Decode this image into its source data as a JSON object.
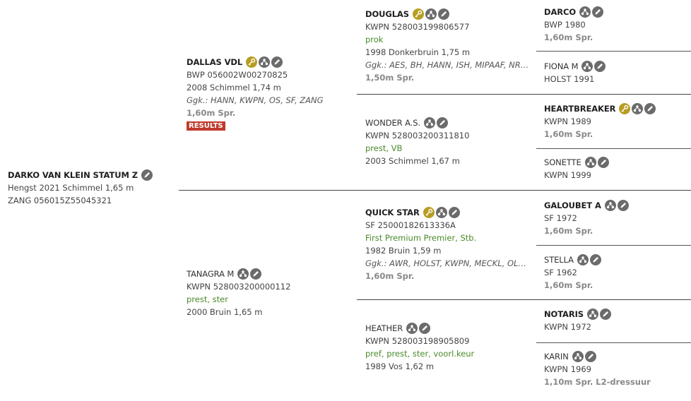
{
  "colors": {
    "accent": "#b89d22",
    "results": "#c0392b",
    "predicate": "#4a8a2a",
    "icon": "#6b6b6b"
  },
  "icons": {
    "key": "key-icon",
    "family": "family-tree-icon",
    "edit": "pencil-icon"
  },
  "horses": {
    "main": {
      "name": "DARKO VAN KLEIN STATUM Z",
      "line1": "Hengst 2021 Schimmel 1,65 m",
      "line2": "ZANG 056015Z55045321"
    },
    "sire": {
      "name": "DALLAS VDL",
      "reg": "BWP 056002W00270825",
      "birth": "2008 Schimmel 1,74 m",
      "ggk": "Ggk.: HANN, KWPN, OS, SF, ZANG",
      "spr": "1,60m Spr.",
      "results": "RESULTS"
    },
    "dam": {
      "name": "TANAGRA M",
      "reg": "KWPN 528003200000112",
      "pred": "prest, ster",
      "birth": "2000 Bruin 1,65 m"
    },
    "ss": {
      "name": "DOUGLAS",
      "reg": "KWPN 528003199806577",
      "pred": "prok",
      "birth": "1998 Donkerbruin 1,75 m",
      "ggk": "Ggk.: AES, BH, HANN, ISH, MIPAAF, NRPS, ...",
      "spr": "1,50m Spr."
    },
    "sd": {
      "name": "WONDER A.S.",
      "reg": "KWPN 528003200311810",
      "pred": "prest, VB",
      "birth": "2003 Schimmel 1,67 m"
    },
    "ds": {
      "name": "QUICK STAR",
      "reg": "SF 25000182613336A",
      "pred": "First Premium Premier, Stb.",
      "birth": "1982 Bruin 1,59 m",
      "ggk": "Ggk.: AWR, HOLST, KWPN, MECKL, OLDBG...",
      "spr": "1,60m Spr."
    },
    "dd": {
      "name": "HEATHER",
      "reg": "KWPN 528003198905809",
      "pred": "pref, prest, ster, voorl.keur",
      "birth": "1989 Vos 1,62 m"
    },
    "sss": {
      "name": "DARCO",
      "reg": "BWP 1980",
      "spr": "1,60m Spr."
    },
    "ssd": {
      "name": "FIONA M",
      "reg": "HOLST 1991"
    },
    "sds": {
      "name": "HEARTBREAKER",
      "reg": "KWPN 1989",
      "spr": "1,60m Spr."
    },
    "sdd": {
      "name": "SONETTE",
      "reg": "KWPN 1999"
    },
    "dss": {
      "name": "GALOUBET A",
      "reg": "SF 1972",
      "spr": "1,60m Spr."
    },
    "dsd": {
      "name": "STELLA",
      "reg": "SF 1962",
      "spr": "1,60m Spr."
    },
    "dds": {
      "name": "NOTARIS",
      "reg": "KWPN 1972"
    },
    "ddd": {
      "name": "KARIN",
      "reg": "KWPN 1969",
      "spr": "1,10m Spr. L2-dressuur"
    }
  }
}
